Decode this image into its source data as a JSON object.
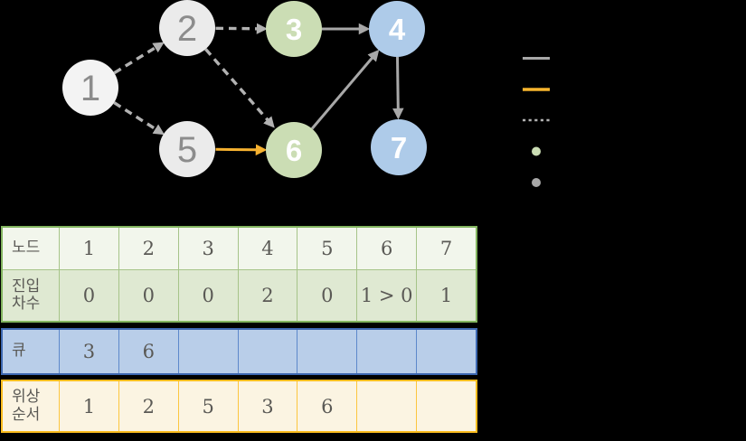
{
  "diagram": "topological-sort-step",
  "colors": {
    "background": "#000000",
    "node_start": "#F3F3F3",
    "node_pending_gray": "#EBEBEB",
    "node_green": "#CBDDB4",
    "node_blue": "#AECBE9",
    "edge_solid_gray": "#A8A8A8",
    "edge_dashed_gray": "#B2B2B2",
    "edge_highlight_orange": "#F5B130",
    "table_green_border": "#82B45F",
    "table_green_row1_bg": "#F2F6EC",
    "table_green_row2_bg": "#DFE9D2",
    "table_blue_border": "#3D68B1",
    "table_blue_bg": "#B9CEE9",
    "table_yellow_border": "#FABC1E",
    "table_yellow_bg": "#FBF4E2",
    "table_text": "#5A5955"
  },
  "graph": {
    "nodes": [
      {
        "label": "1",
        "style": "gray-light"
      },
      {
        "label": "2",
        "style": "gray"
      },
      {
        "label": "3",
        "style": "green"
      },
      {
        "label": "4",
        "style": "blue"
      },
      {
        "label": "5",
        "style": "gray"
      },
      {
        "label": "6",
        "style": "green"
      },
      {
        "label": "7",
        "style": "blue"
      }
    ],
    "edges": [
      {
        "from": "1",
        "to": "2",
        "style": "dashed-gray"
      },
      {
        "from": "1",
        "to": "5",
        "style": "dashed-gray"
      },
      {
        "from": "2",
        "to": "3",
        "style": "dashed-gray"
      },
      {
        "from": "2",
        "to": "6",
        "style": "dashed-gray"
      },
      {
        "from": "3",
        "to": "4",
        "style": "solid-gray"
      },
      {
        "from": "5",
        "to": "6",
        "style": "solid-orange"
      },
      {
        "from": "6",
        "to": "4",
        "style": "solid-gray"
      },
      {
        "from": "4",
        "to": "7",
        "style": "solid-gray"
      }
    ]
  },
  "legend": {
    "markers": [
      "gray-solid-line",
      "orange-solid-line",
      "gray-dotted-line",
      "green-dot",
      "gray-dot"
    ]
  },
  "tables": {
    "indegree": {
      "rows": [
        {
          "label": "노드",
          "values": [
            "1",
            "2",
            "3",
            "4",
            "5",
            "6",
            "7"
          ]
        },
        {
          "label": "진입\n차수",
          "values": [
            "0",
            "0",
            "0",
            "2",
            "0",
            "1 > 0",
            "1"
          ]
        }
      ]
    },
    "queue": {
      "rows": [
        {
          "label": "큐",
          "values": [
            "3",
            "6",
            "",
            "",
            "",
            "",
            ""
          ]
        }
      ]
    },
    "order": {
      "rows": [
        {
          "label": "위상\n순서",
          "values": [
            "1",
            "2",
            "5",
            "3",
            "6",
            "",
            ""
          ]
        }
      ]
    }
  }
}
